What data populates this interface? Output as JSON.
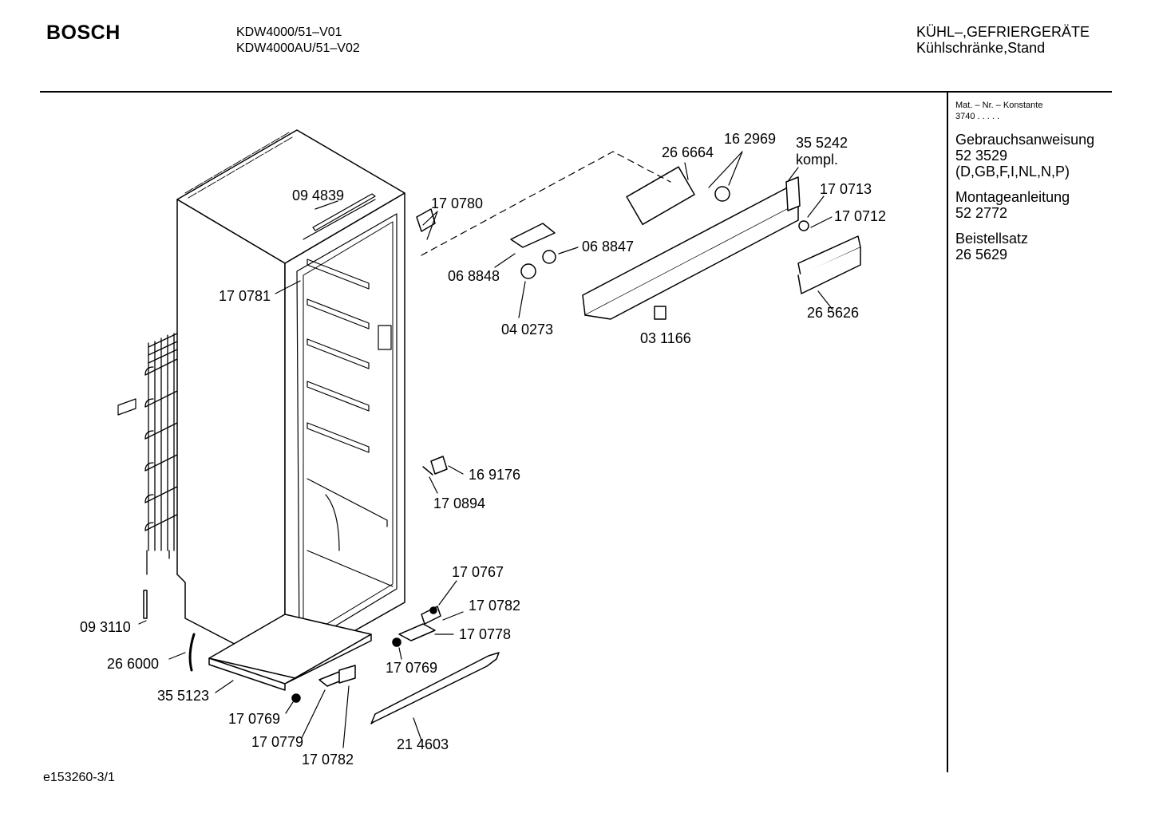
{
  "header": {
    "brand": "BOSCH",
    "model_1": "KDW4000/51–V01",
    "model_2": "KDW4000AU/51–V02",
    "category_1": "KÜHL–,GEFRIERGERÄTE",
    "category_2": "Kühlschränke,Stand"
  },
  "sidebar": {
    "mat_label": "Mat. – Nr. – Konstante",
    "mat_value": "3740  .  .  .  .  .",
    "entries": [
      {
        "title": "Gebrauchsanweisung",
        "number": "52 3529",
        "note": "(D,GB,F,I,NL,N,P)"
      },
      {
        "title": "Montageanleitung",
        "number": "52 2772"
      },
      {
        "title": "Beistellsatz",
        "number": "26 5629"
      }
    ]
  },
  "parts": [
    "09 4839",
    "17 0780",
    "17 0781",
    "06 8848",
    "06 8847",
    "04 0273",
    "26 6664",
    "16 2969",
    "35 5242",
    "kompl.",
    "17 0713",
    "17 0712",
    "26 5626",
    "03 1166",
    "16 9176",
    "17 0894",
    "17 0767",
    "17 0782",
    "17 0778",
    "17 0769",
    "09 3110",
    "26 6000",
    "35 5123",
    "17 0769",
    "17 0779",
    "17 0782",
    "21 4603"
  ],
  "footer": {
    "code": "e153260-3/1"
  }
}
